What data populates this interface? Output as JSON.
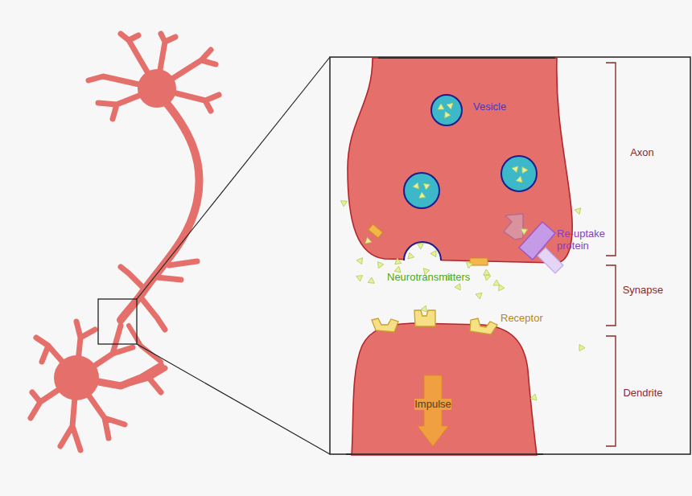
{
  "diagram": {
    "labels": [
      "Vesicle",
      "Axon",
      "Re-uptake protein",
      "Neurotransmitters",
      "Synapse",
      "Receptor",
      "Dendrite",
      "Impulse"
    ]
  }
}
